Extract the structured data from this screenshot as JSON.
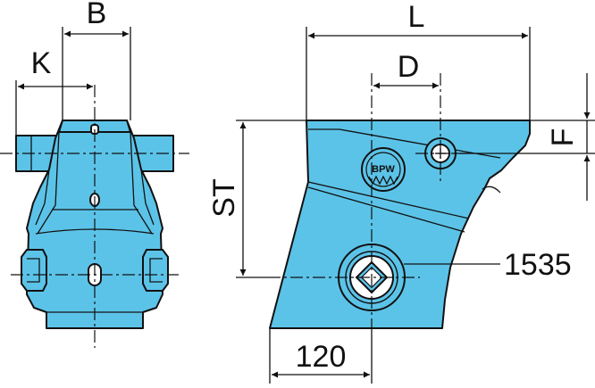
{
  "drawing": {
    "dimensions": {
      "B": "B",
      "K": "K",
      "L": "L",
      "D": "D",
      "F": "F",
      "ST": "ST",
      "part_number": "1535",
      "width_120": "120"
    },
    "logo_text": "BPW",
    "colors": {
      "body_fill": "#5cc3e8",
      "line": "#111111",
      "background": "#ffffff"
    }
  }
}
